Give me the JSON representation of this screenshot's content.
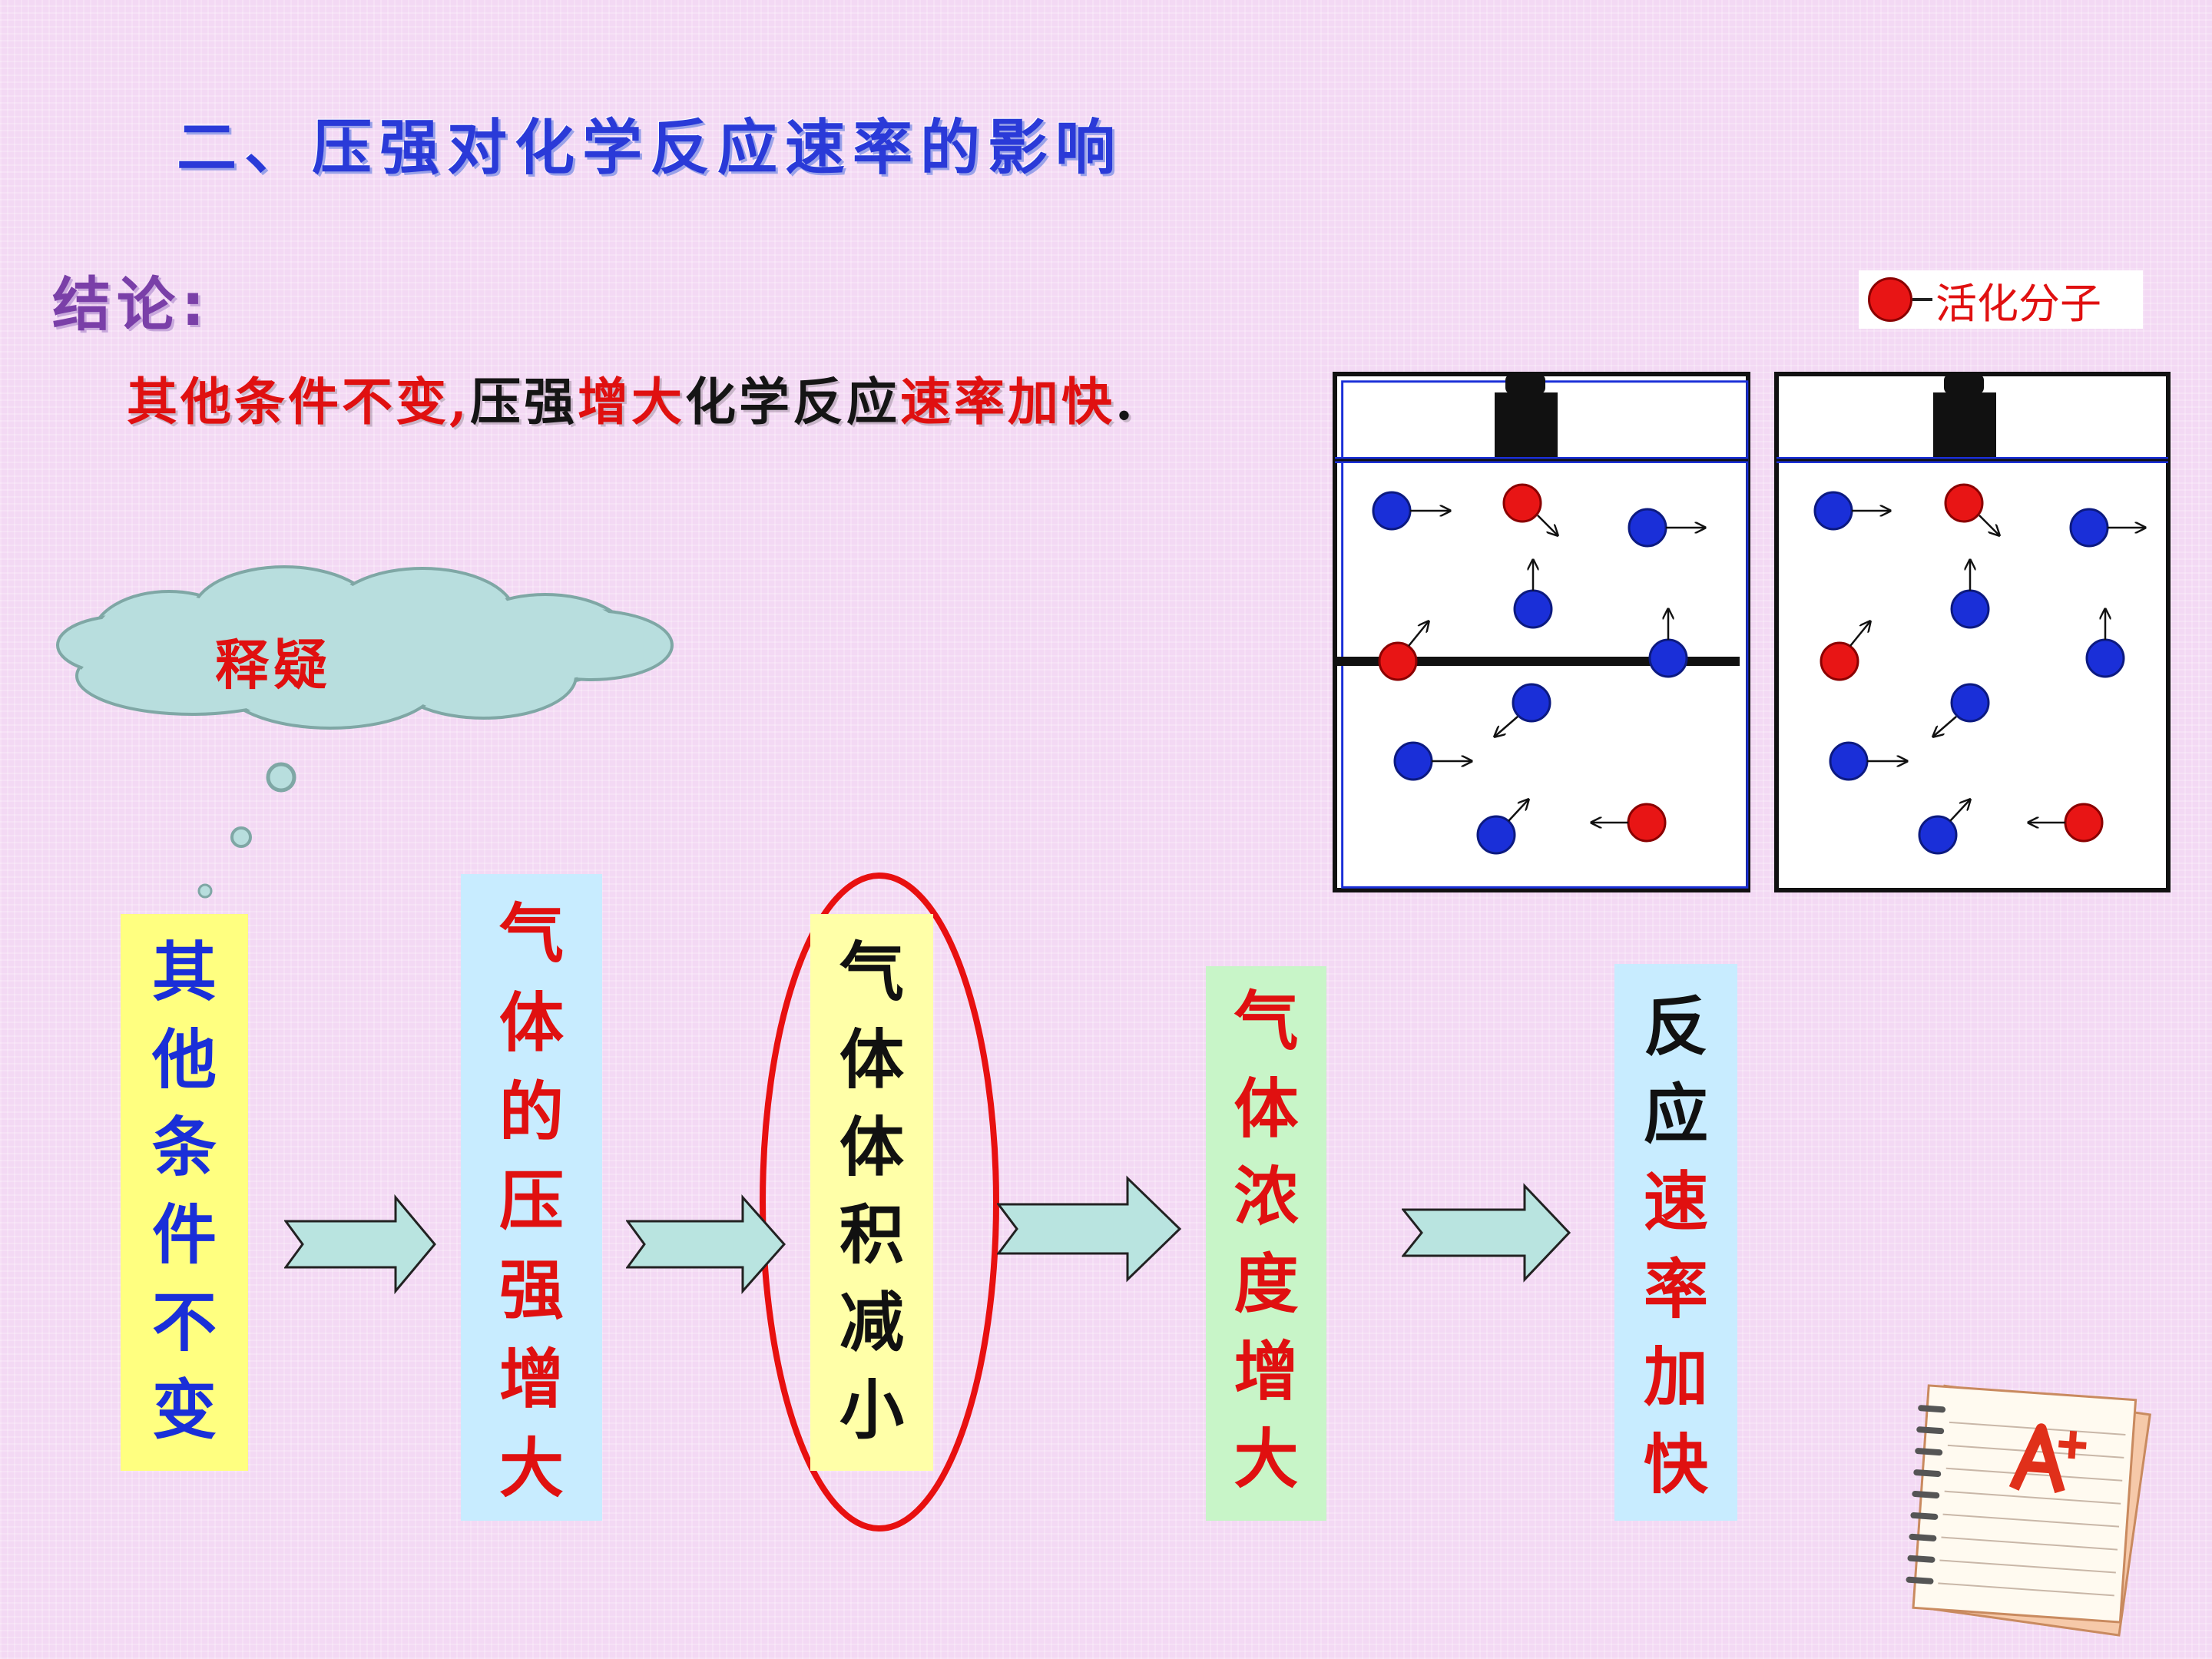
{
  "title": "二、压强对化学反应速率的影响",
  "conclusion": {
    "label": "结论:",
    "segments": [
      {
        "text": "其他条件不变,",
        "color": "red"
      },
      {
        "text": "压强",
        "color": "black"
      },
      {
        "text": "增大",
        "color": "red"
      },
      {
        "text": "化学反应",
        "color": "black"
      },
      {
        "text": "速率加快",
        "color": "red"
      },
      {
        "text": ".",
        "color": "black"
      }
    ]
  },
  "legend": {
    "label": "活化分子"
  },
  "thought_bubble": {
    "label": "释疑"
  },
  "flow_boxes": [
    {
      "id": "box1",
      "text": "其他条件不变",
      "bg": "#ffff80",
      "chars": [
        {
          "c": "其",
          "color": "#1a2fd8"
        },
        {
          "c": "他",
          "color": "#1a2fd8"
        },
        {
          "c": "条",
          "color": "#1a2fd8"
        },
        {
          "c": "件",
          "color": "#1a2fd8"
        },
        {
          "c": "不",
          "color": "#1a2fd8"
        },
        {
          "c": "变",
          "color": "#1a2fd8"
        }
      ]
    },
    {
      "id": "box2",
      "text": "气体的压强增大",
      "bg": "#c8ecff",
      "chars": [
        {
          "c": "气",
          "color": "#e01010"
        },
        {
          "c": "体",
          "color": "#e01010"
        },
        {
          "c": "的",
          "color": "#e01010"
        },
        {
          "c": "压",
          "color": "#e01010"
        },
        {
          "c": "强",
          "color": "#e01010"
        },
        {
          "c": "增",
          "color": "#e01010"
        },
        {
          "c": "大",
          "color": "#e01010"
        }
      ]
    },
    {
      "id": "box3",
      "text": "气体体积减小",
      "bg": "#ffffa8",
      "chars": [
        {
          "c": "气",
          "color": "#111111"
        },
        {
          "c": "体",
          "color": "#111111"
        },
        {
          "c": "体",
          "color": "#111111"
        },
        {
          "c": "积",
          "color": "#111111"
        },
        {
          "c": "减",
          "color": "#111111"
        },
        {
          "c": "小",
          "color": "#111111"
        }
      ]
    },
    {
      "id": "box4",
      "text": "气体浓度增大",
      "bg": "#c8f5c8",
      "chars": [
        {
          "c": "气",
          "color": "#e01010"
        },
        {
          "c": "体",
          "color": "#e01010"
        },
        {
          "c": "浓",
          "color": "#e01010"
        },
        {
          "c": "度",
          "color": "#e01010"
        },
        {
          "c": "增",
          "color": "#e01010"
        },
        {
          "c": "大",
          "color": "#e01010"
        }
      ]
    },
    {
      "id": "box5",
      "text": "反应速率加快",
      "bg": "#c8ecff",
      "chars": [
        {
          "c": "反",
          "color": "#111111"
        },
        {
          "c": "应",
          "color": "#111111"
        },
        {
          "c": "速",
          "color": "#e01010"
        },
        {
          "c": "率",
          "color": "#e01010"
        },
        {
          "c": "加",
          "color": "#e01010"
        },
        {
          "c": "快",
          "color": "#e01010"
        }
      ]
    }
  ],
  "colors": {
    "title": "#2a3ad8",
    "conclusion_label": "#7a3fa8",
    "red": "#e01010",
    "blue_molecule": "#1a2fd8",
    "red_molecule": "#e81515",
    "arrow_fill": "#b9e4e0",
    "cloud_fill": "#b8dede",
    "highlight_ellipse": "#e81010"
  },
  "icons": [
    "weight-icon",
    "note-pad-a-plus-icon",
    "molecule-dot-icon",
    "flow-arrow-icon",
    "thought-cloud-icon"
  ]
}
